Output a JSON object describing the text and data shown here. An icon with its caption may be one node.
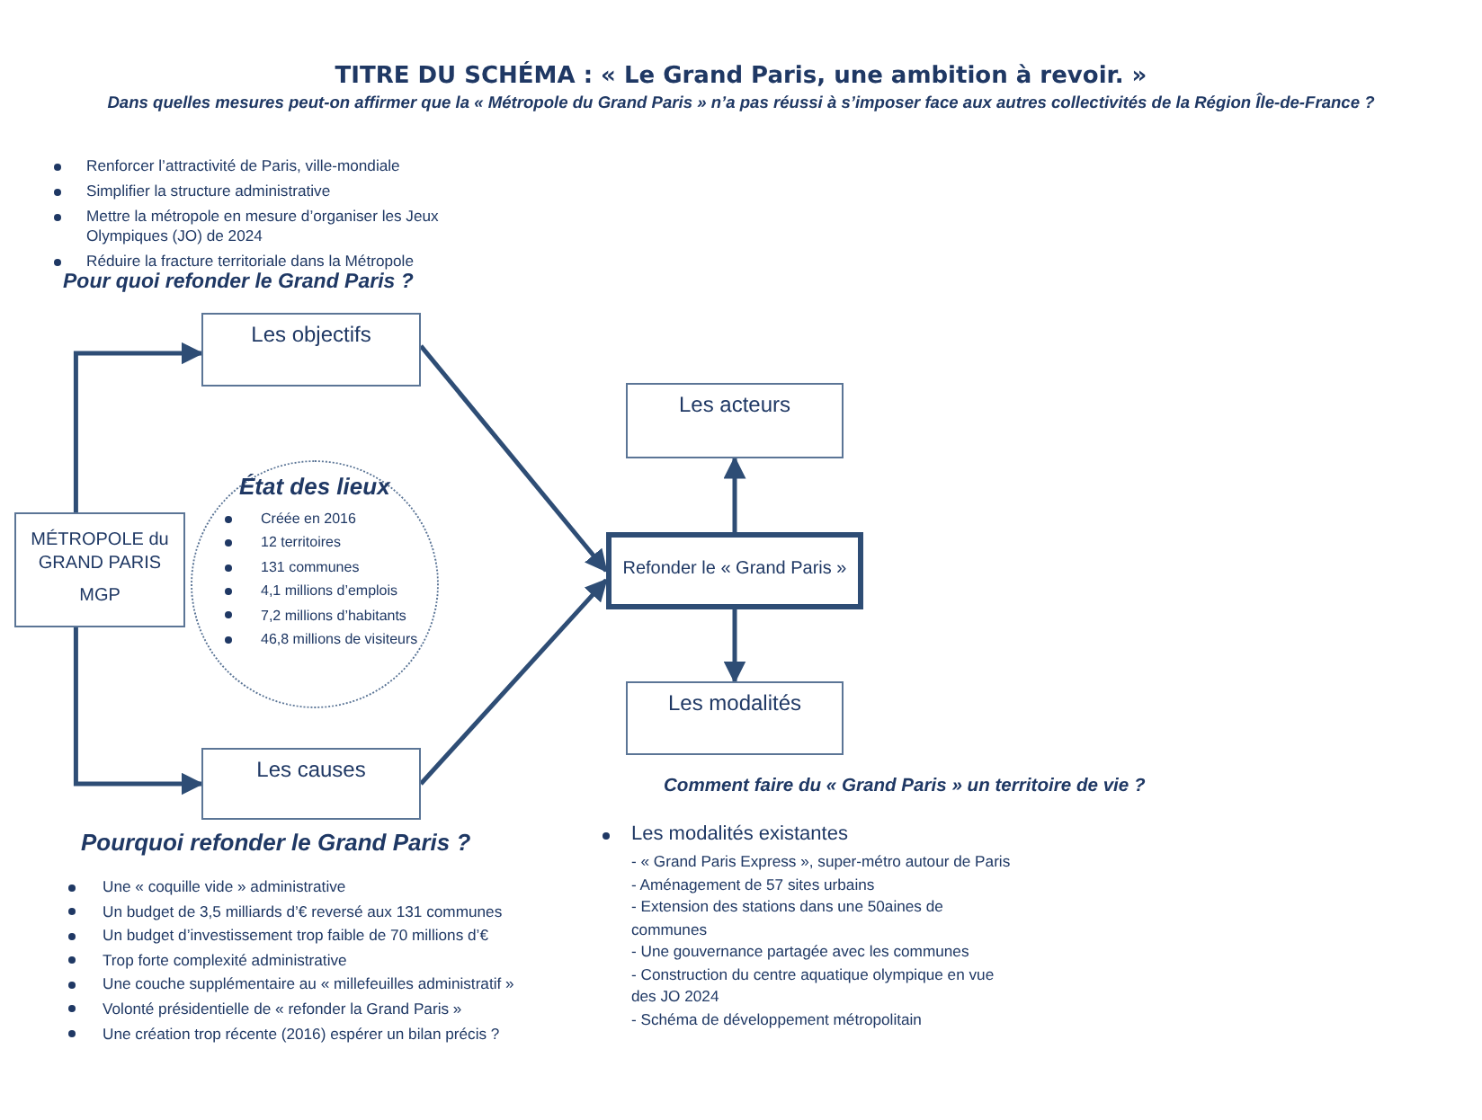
{
  "diagram": {
    "title": "TITRE DU SCHÉMA : « Le Grand Paris, une ambition à revoir. »",
    "nodes": [
      {
        "text": [
          "MÉTROPOLE du GRAND PARIS",
          "MGP"
        ]
      },
      {
        "text": [
          "Les objectifs"
        ]
      },
      {
        "text": [
          "État des lieux",
          "Créée en 2016",
          "12 territoires",
          "131 communes",
          "4,1 millions d’emplois",
          "7,2 millions d’habitants",
          "46,8 millions de visiteurs"
        ]
      },
      {
        "text": [
          "Les causes"
        ]
      },
      {
        "text": [
          "Refonder le « Grand Paris »"
        ]
      },
      {
        "text": [
          "Les acteurs"
        ]
      },
      {
        "text": [
          "Les modalités"
        ]
      }
    ],
    "edges": [
      {
        "from": 0,
        "to": 1,
        "arrow": "to"
      },
      {
        "from": 0,
        "to": 3,
        "arrow": "to"
      },
      {
        "from": 1,
        "to": 4,
        "arrow": "to"
      },
      {
        "from": 3,
        "to": 4,
        "arrow": "to"
      },
      {
        "from": 4,
        "to": 5,
        "arrow": "to"
      },
      {
        "from": 4,
        "to": 6,
        "arrow": "to"
      }
    ],
    "labels": [
      "Dans quelles mesures peut-on affirmer que la « Métropole du Grand Paris » n’a pas réussi à s’imposer face aux autres collectivités de la Région Île-de-France ?",
      "Renforcer l’attractivité de Paris, ville-mondiale",
      "Simplifier la structure administrative",
      "Mettre la métropole en mesure d’organiser les Jeux Olympiques (JO) de 2024",
      "Réduire la fracture territoriale dans la Métropole",
      "Pour quoi refonder le Grand Paris ?",
      "Pourquoi refonder le Grand Paris ?",
      "Une « coquille vide » administrative",
      "Un budget de 3,5 milliards d’€ reversé aux 131 communes",
      "Un budget d’investissement trop faible de 70 millions d’€",
      "Trop forte complexité administrative",
      "Une couche supplémentaire au « millefeuilles administratif »",
      "Volonté présidentielle de « refonder la Grand Paris »",
      "Une création trop récente (2016) espérer un bilan précis ?",
      "Comment faire du « Grand Paris » un territoire de vie ?",
      "Les modalités existantes",
      "- « Grand Paris Express », super-métro autour de Paris",
      "- Aménagement de 57 sites urbains",
      "- Extension des stations dans une 50aines de communes",
      "- Une gouvernance partagée avec les communes",
      "- Construction du centre aquatique olympique en vue des JO 2024",
      "- Schéma de développement métropolitain"
    ]
  }
}
